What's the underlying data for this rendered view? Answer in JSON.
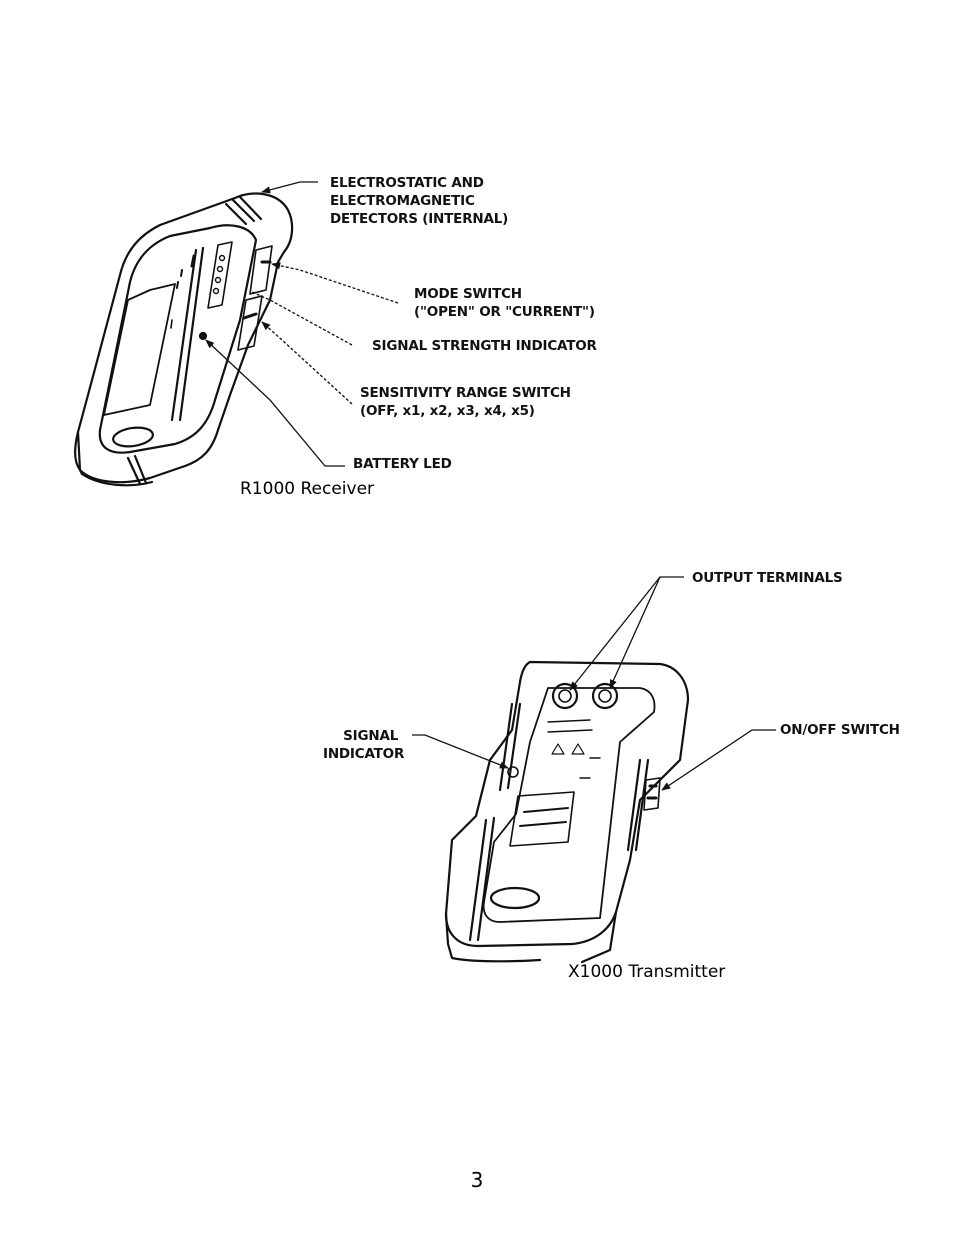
{
  "receiver": {
    "callouts": {
      "detectors": [
        "ELECTROSTATIC AND",
        "ELECTROMAGNETIC",
        "DETECTORS (INTERNAL)"
      ],
      "mode_switch": [
        "MODE SWITCH",
        "(\"OPEN\" OR \"CURRENT\")"
      ],
      "signal_strength": "SIGNAL STRENGTH INDICATOR",
      "sensitivity": [
        "SENSITIVITY RANGE SWITCH",
        "(OFF, x1, x2, x3, x4, x5)"
      ],
      "battery_led": "BATTERY LED"
    },
    "caption": "R1000 Receiver"
  },
  "transmitter": {
    "callouts": {
      "output_terminals": "OUTPUT TERMINALS",
      "signal_indicator": [
        "SIGNAL",
        "INDICATOR"
      ],
      "on_off_switch": "ON/OFF SWITCH"
    },
    "caption": "X1000 Transmitter"
  },
  "page_number": "3"
}
